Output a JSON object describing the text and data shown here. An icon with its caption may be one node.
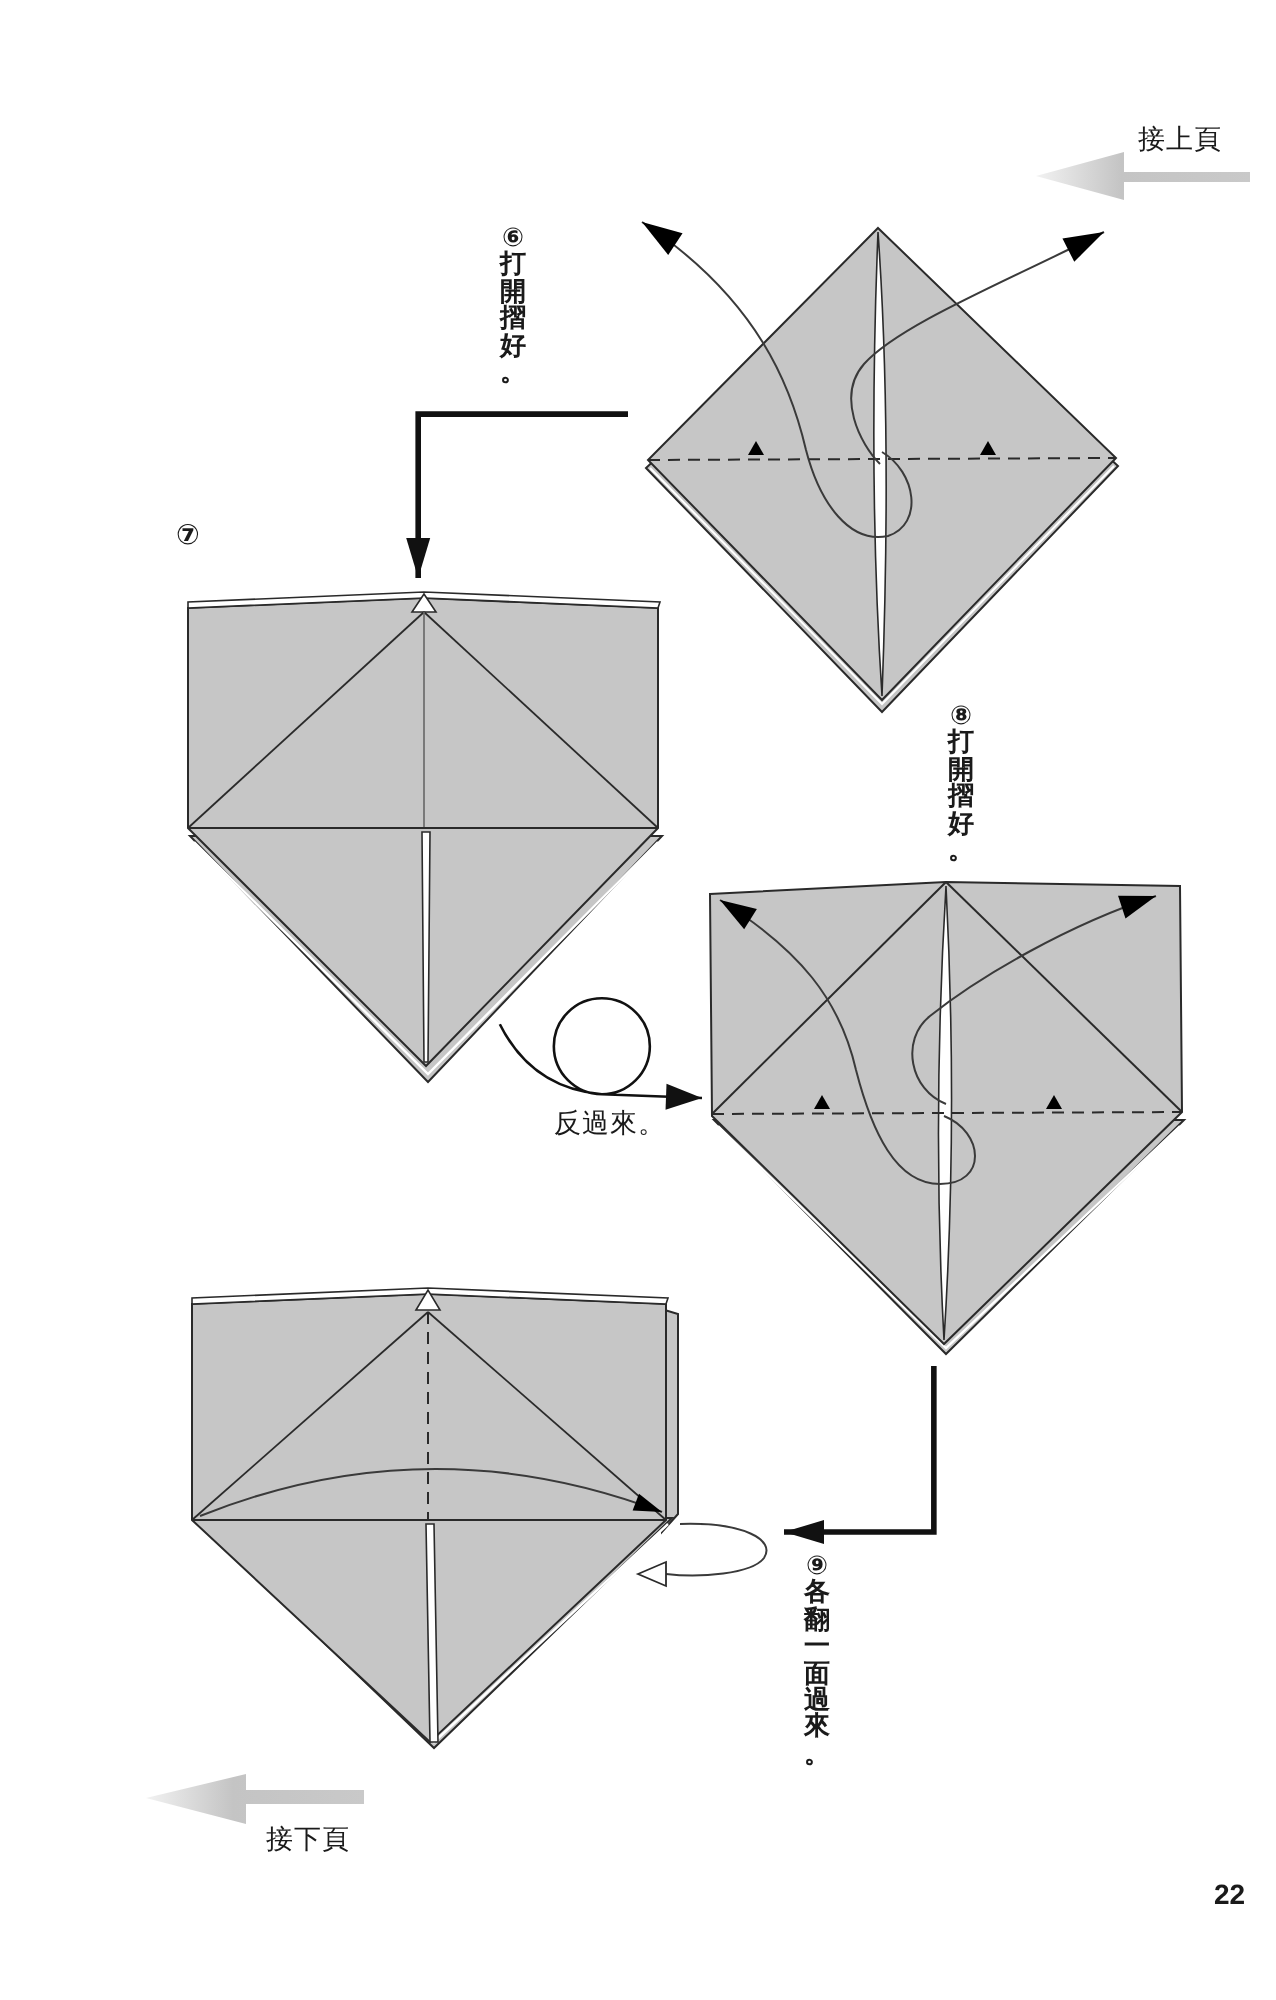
{
  "diagram": {
    "nodes": [
      {
        "text": [],
        "shape": "picture"
      },
      {
        "text": [],
        "shape": "picture",
        "beside": [
          "⑦"
        ]
      },
      {
        "text": [],
        "shape": "picture",
        "beside": [
          "⑧打開摺好。"
        ]
      },
      {
        "text": [],
        "shape": "picture",
        "beside": [
          "⑨各翻一面過來。"
        ]
      }
    ],
    "edges": [
      {
        "from": 0,
        "to": 1,
        "arrow": "to"
      },
      {
        "from": 1,
        "to": 2,
        "arrow": "to",
        "label": "反過來。"
      },
      {
        "from": 2,
        "to": 3,
        "arrow": "to"
      }
    ],
    "labels": [
      "接上頁",
      "⑥打開摺好。",
      "接下頁",
      "22"
    ]
  }
}
